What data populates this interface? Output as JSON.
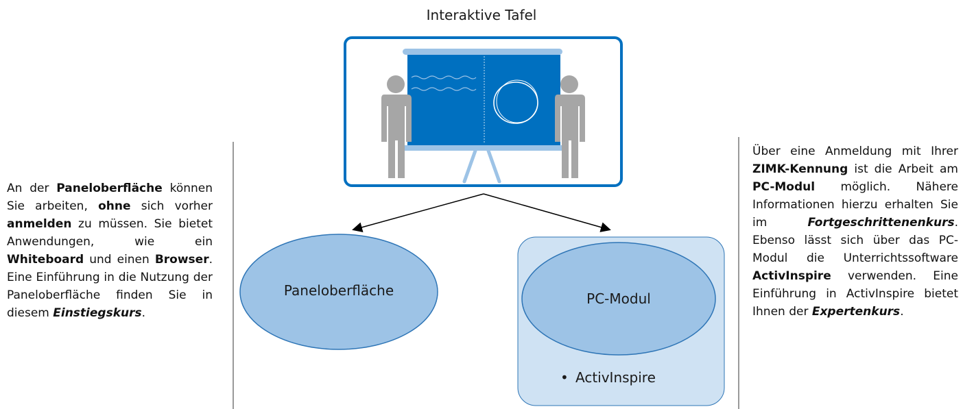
{
  "title": "Interaktive Tafel",
  "left_text": [
    {
      "t": "An der ",
      "s": "n"
    },
    {
      "t": "Paneloberfläche",
      "s": "b"
    },
    {
      "t": " können Sie arbeiten, ",
      "s": "n"
    },
    {
      "t": "ohne",
      "s": "b"
    },
    {
      "t": " sich vorher ",
      "s": "n"
    },
    {
      "t": "anmelden",
      "s": "b"
    },
    {
      "t": " zu müssen. Sie bietet Anwendungen, wie ein ",
      "s": "n"
    },
    {
      "t": "Whiteboard",
      "s": "b"
    },
    {
      "t": " und einen ",
      "s": "n"
    },
    {
      "t": "Browser",
      "s": "b"
    },
    {
      "t": ". Eine Einführung in die Nutzung der Paneloberfläche finden Sie in diesem ",
      "s": "n"
    },
    {
      "t": "Einstiegskurs",
      "s": "bi"
    },
    {
      "t": ".",
      "s": "n"
    }
  ],
  "right_text": [
    {
      "t": "Über eine Anmeldung mit Ihrer ",
      "s": "n"
    },
    {
      "t": "ZIMK-Kennung",
      "s": "b"
    },
    {
      "t": " ist die Arbeit am ",
      "s": "n"
    },
    {
      "t": "PC-Modul",
      "s": "b"
    },
    {
      "t": " möglich. Nähere Informationen hierzu erhalten Sie im ",
      "s": "n"
    },
    {
      "t": "Fortgeschrittenenkurs",
      "s": "bi"
    },
    {
      "t": ". Ebenso lässt sich über das PC-Modul die Unterrichtssoftware ",
      "s": "n"
    },
    {
      "t": "ActivInspire",
      "s": "b"
    },
    {
      "t": " verwenden. Eine Einführung in ActivInspire bietet Ihnen der ",
      "s": "n"
    },
    {
      "t": "Expertenkurs",
      "s": "bi"
    },
    {
      "t": ".",
      "s": "n"
    }
  ],
  "nodes": {
    "panel": "Paneloberfläche",
    "pc": "PC-Modul",
    "pc_item": "ActivInspire"
  },
  "colors": {
    "board": "#0070c0",
    "board_frame": "#9dc3e6",
    "person": "#a6a6a6",
    "ellipse_fill": "#9dc3e6",
    "ellipse_stroke": "#2e75b6",
    "box_fill": "#cfe2f3"
  }
}
